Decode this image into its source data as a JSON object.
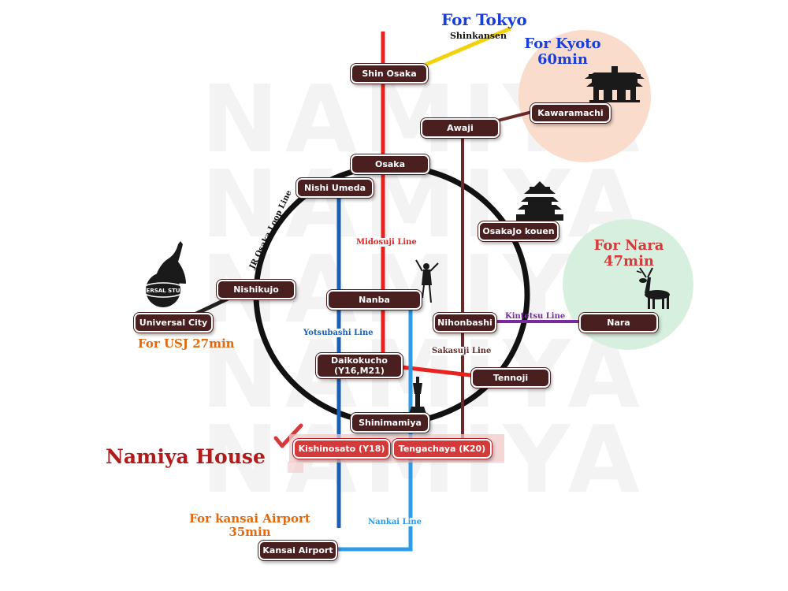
{
  "watermark": {
    "word": "NAMIYA"
  },
  "colors": {
    "midosuji": "#e8231f",
    "yotsubashi": "#1a5fb4",
    "nankai": "#2e9be6",
    "sakaisuji": "#6b2a2a",
    "kintetsu": "#7a2aa0",
    "loop": "#111111",
    "shinkansen": "#f2d20a",
    "station_bg": "#4a1f1f",
    "house_station_bg": "#d43a3a",
    "tokyo_text": "#1a3fd6",
    "kyoto_text": "#1a3fd6",
    "nara_text": "#d43a3a",
    "usj_text": "#e06a12",
    "airport_text": "#e06a12",
    "house_text": "#b01c1c",
    "kyoto_circle": "#f9dccb",
    "nara_circle": "#d6efdf"
  },
  "stations": {
    "shin_osaka": "Shin Osaka",
    "awaji": "Awaji",
    "kawaramachi": "Kawaramachi",
    "osaka": "Osaka",
    "nishi_umeda": "Nishi Umeda",
    "osakajo_kouen": "OsakaJo kouen",
    "nishikujo": "Nishikujo",
    "universal_city": "Universal City",
    "nanba": "Nanba",
    "nihonbashi": "Nihonbashi",
    "nara": "Nara",
    "daikokucho": "Daikokucho",
    "daikokucho_code": "(Y16,M21)",
    "tennoji": "Tennoji",
    "shinimamiya": "Shinimamiya",
    "kishinosato": "Kishinosato (Y18)",
    "tengachaya": "Tengachaya (K20)",
    "kansai_airport": "Kansai Airport"
  },
  "lines": {
    "shinkansen": "Shinkansen",
    "loop": "JR Osaka Loop Line",
    "midosuji": "Midosuji Line",
    "yotsubashi": "Yotsubashi Line",
    "sakasuji": "Sakasuji Line",
    "kintetsu": "Kintetsu Line",
    "nankai": "Nankai Line"
  },
  "destinations": {
    "tokyo": "For Tokyo",
    "kyoto": "For Kyoto",
    "kyoto_time": "60min",
    "nara": "For Nara",
    "nara_time": "47min",
    "usj": "For USJ 27min",
    "airport": "For kansai Airport",
    "airport_time": "35min"
  },
  "house": {
    "name": "Namiya House"
  },
  "logos": {
    "universal": "UNIVERSAL STUDIOS"
  }
}
